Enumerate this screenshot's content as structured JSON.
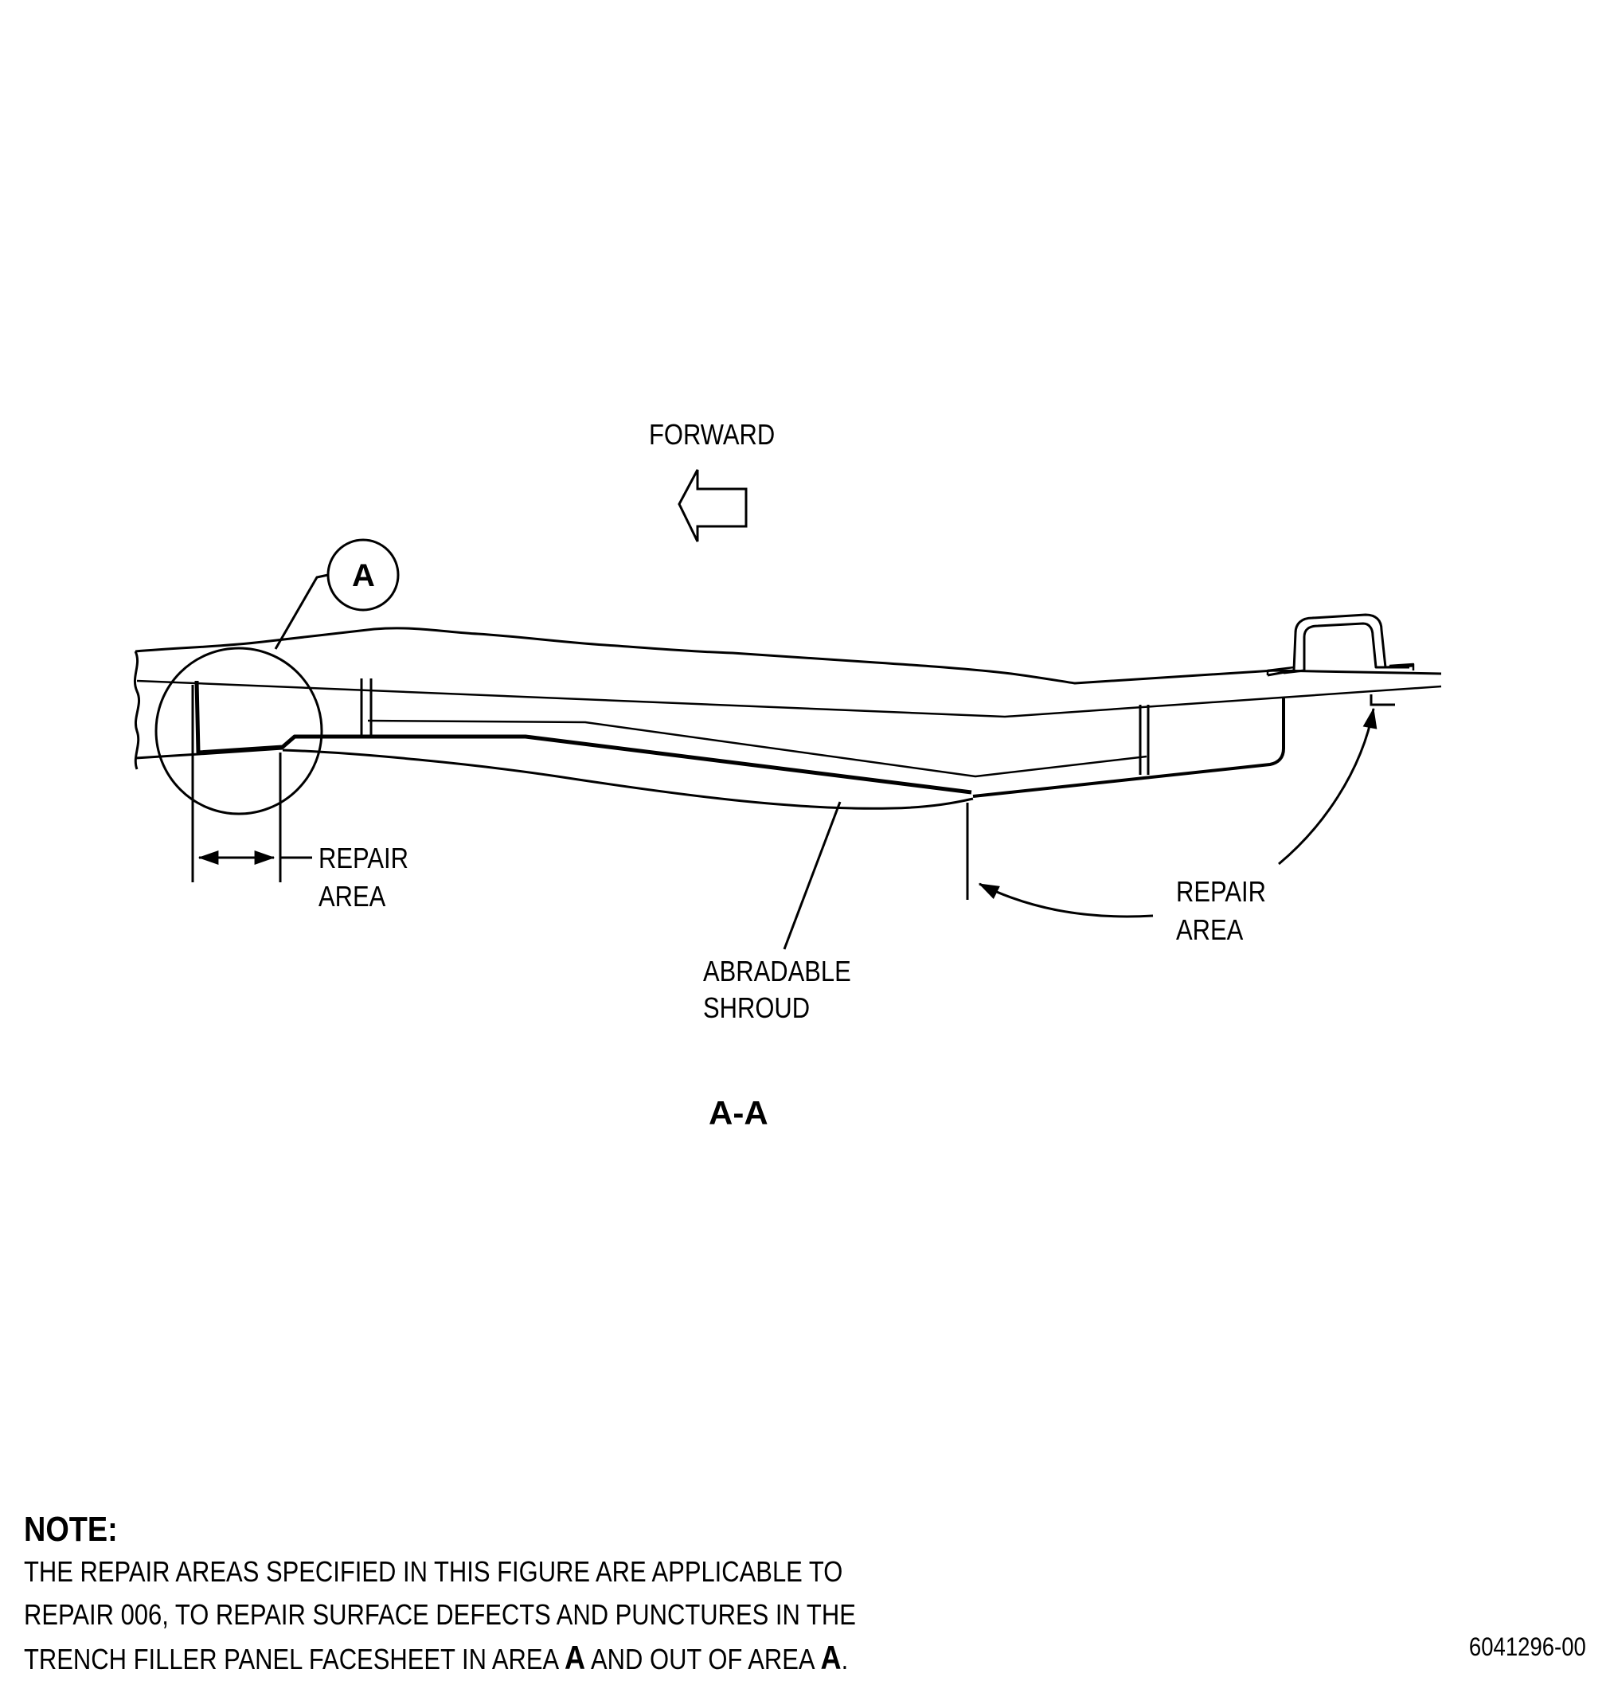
{
  "labels": {
    "forward": "FORWARD",
    "detail_marker": "A",
    "repair_area_left_1": "REPAIR",
    "repair_area_left_2": "AREA",
    "repair_area_right_1": "REPAIR",
    "repair_area_right_2": "AREA",
    "abradable_1": "ABRADABLE",
    "abradable_2": "SHROUD",
    "section": "A-A"
  },
  "note": {
    "heading": "NOTE:",
    "line1": "THE REPAIR AREAS SPECIFIED IN THIS FIGURE ARE APPLICABLE TO",
    "line2": "REPAIR 006, TO REPAIR SURFACE DEFECTS AND PUNCTURES IN THE",
    "line3_a": "TRENCH FILLER PANEL FACESHEET IN AREA ",
    "line3_b": "A",
    "line3_c": " AND OUT OF AREA ",
    "line3_d": "A",
    "line3_e": "."
  },
  "figure_id": "6041296-00"
}
